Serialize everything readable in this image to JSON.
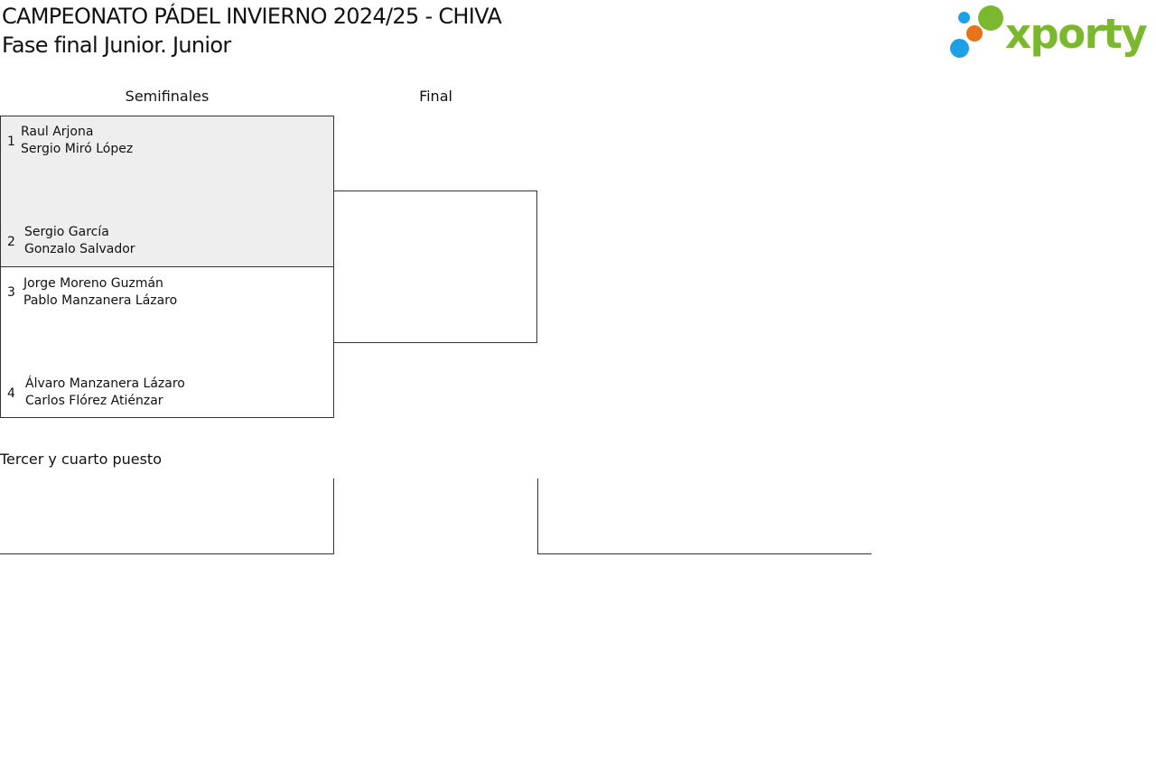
{
  "header": {
    "title": "CAMPEONATO PÁDEL INVIERNO 2024/25 - CHIVA",
    "subtitle": "Fase final Junior. Junior"
  },
  "logo": {
    "text": "xporty",
    "colors": {
      "green": "#7cb82f",
      "orange": "#e8731a",
      "blue": "#1ea0e6"
    }
  },
  "columns": {
    "semifinals": "Semifinales",
    "final": "Final"
  },
  "matches": [
    {
      "highlight_color": "#eeeeee",
      "top": {
        "seed": "1",
        "player1": "Raul Arjona",
        "player2": "Sergio Miró López"
      },
      "bottom": {
        "seed": "2",
        "player1": "Sergio García",
        "player2": "Gonzalo Salvador"
      }
    },
    {
      "highlight_color": "#ffffff",
      "top": {
        "seed": "3",
        "player1": "Jorge Moreno Guzmán",
        "player2": "Pablo Manzanera Lázaro"
      },
      "bottom": {
        "seed": "4",
        "player1": "Álvaro Manzanera Lázaro",
        "player2": "Carlos Flórez Atiénzar"
      }
    }
  ],
  "third_place": {
    "heading": "Tercer y cuarto puesto"
  }
}
